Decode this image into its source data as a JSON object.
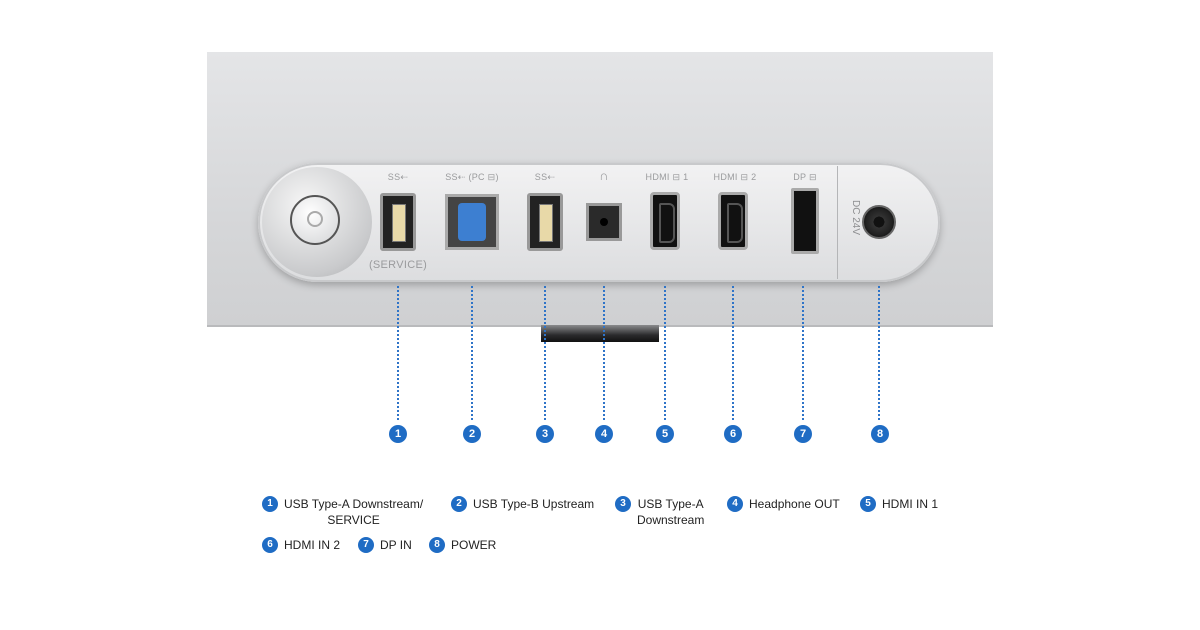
{
  "port_labels": {
    "usb_a_service": "SS⇠",
    "service": "(SERVICE)",
    "usb_b": "SS⇠ (PC ⊟)",
    "usb_a": "SS⇠",
    "headphone": "∩",
    "hdmi1": "HDMI ⊟ 1",
    "hdmi2": "HDMI ⊟ 2",
    "dp": "DP ⊟",
    "dc": "DC 24V"
  },
  "markers": [
    "1",
    "2",
    "3",
    "4",
    "5",
    "6",
    "7",
    "8"
  ],
  "legend": [
    {
      "num": "1",
      "text": "USB Type-A Downstream/\nSERVICE"
    },
    {
      "num": "2",
      "text": "USB Type-B Upstream"
    },
    {
      "num": "3",
      "text": "USB Type-A\nDownstream"
    },
    {
      "num": "4",
      "text": "Headphone OUT"
    },
    {
      "num": "5",
      "text": "HDMI IN 1"
    },
    {
      "num": "6",
      "text": "HDMI IN 2"
    },
    {
      "num": "7",
      "text": "DP IN"
    },
    {
      "num": "8",
      "text": "POWER"
    }
  ],
  "colors": {
    "marker": "#1f6cc4",
    "usb_b": "#3d7fd1"
  }
}
